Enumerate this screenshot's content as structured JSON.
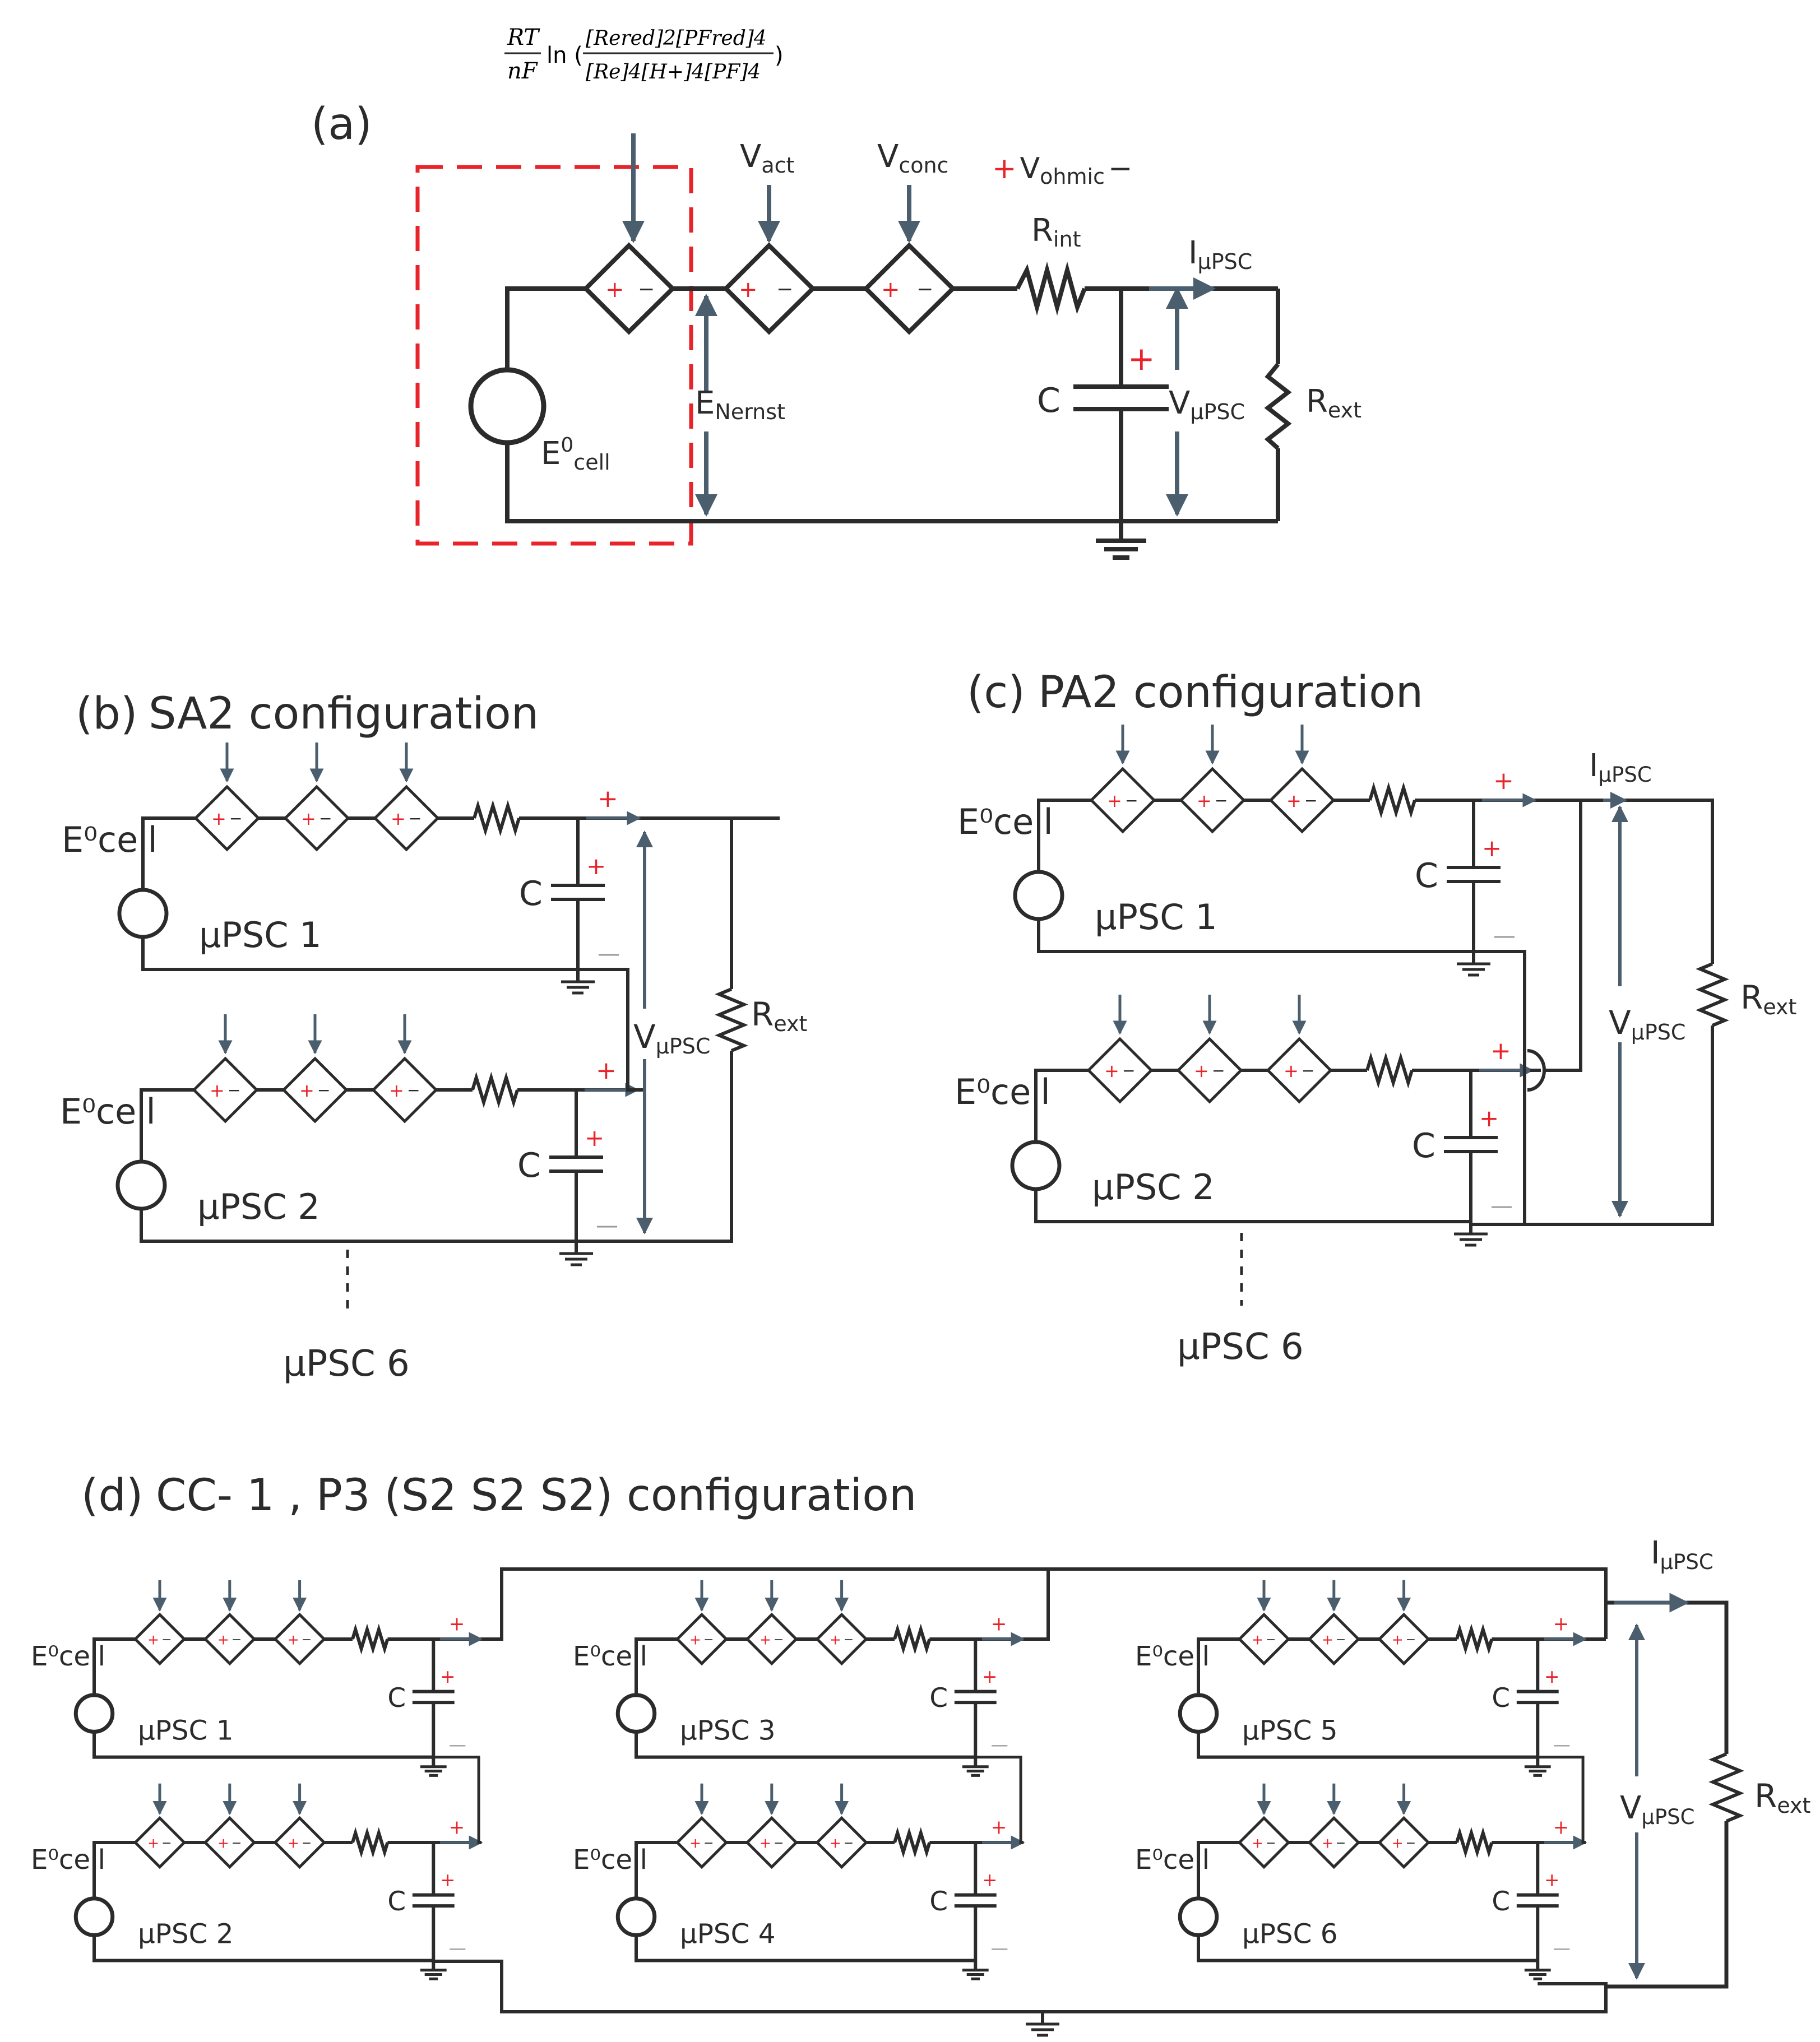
{
  "colors": {
    "wire": "#2b2b2b",
    "arrow": "#4a5e6d",
    "plus": "#e8232a",
    "dashed_box": "#e8232a"
  },
  "formula": {
    "frac_num": "RT",
    "frac_den": "nF",
    "ln": "ln (",
    "log_num": "[Re<sub>red</sub>]<sup>2</sup>[PF<sub>red</sub>]<sup>4</sup>",
    "log_num_text": "[Rered]2[PFred]4",
    "log_den_text": "[Re]4[H+]4[PF]4",
    "close": ")"
  },
  "panel_a": {
    "label": "(a)",
    "v_act": "V",
    "v_act_sub": "act",
    "v_conc": "V",
    "v_conc_sub": "conc",
    "v_ohmic_plus": "+",
    "v_ohmic": "V",
    "v_ohmic_sub": "ohmic",
    "v_ohmic_minus": "−",
    "r_int": "R",
    "r_int_sub": "int",
    "i_upsc": "I",
    "i_upsc_sub": "μPSC",
    "e_nernst": "E",
    "e_nernst_sub": "Nernst",
    "cap": "C",
    "v_upsc": "V",
    "v_upsc_sub": "μPSC",
    "r_ext": "R",
    "r_ext_sub": "ext",
    "e_cell": "E",
    "e_cell_sup": "0",
    "e_cell_sub": "cell"
  },
  "panel_b": {
    "label": "(b)",
    "title": "SA2 configuration",
    "ecell_1": "E⁰cell",
    "ecell_2": "E⁰cell",
    "psc_1": "μPSC 1",
    "psc_2": "μPSC 2",
    "cap": "C",
    "v": "V",
    "v_sub": "μPSC",
    "r": "R",
    "r_sub": "ext",
    "psc_6": "μPSC 6"
  },
  "panel_c": {
    "label": "(c)",
    "title": "PA2 configuration",
    "ecell_1": "E⁰cell",
    "ecell_2": "E⁰cell",
    "psc_1": "μPSC 1",
    "psc_2": "μPSC 2",
    "cap": "C",
    "i": "I",
    "i_sub": "μPSC",
    "v": "V",
    "v_sub": "μPSC",
    "r": "R",
    "r_sub": "ext",
    "psc_6": "μPSC 6"
  },
  "panel_d": {
    "label": "(d)",
    "title": "CC- 1 , P3 (S2 S2 S2)  configuration",
    "ecell": "E⁰cell",
    "cap": "C",
    "psc_labels": [
      "μPSC 1",
      "μPSC 2",
      "μPSC 3",
      "μPSC 4",
      "μPSC 5",
      "μPSC 6"
    ],
    "i": "I",
    "i_sub": "μPSC",
    "v": "V",
    "v_sub": "μPSC",
    "r": "R",
    "r_sub": "ext"
  }
}
